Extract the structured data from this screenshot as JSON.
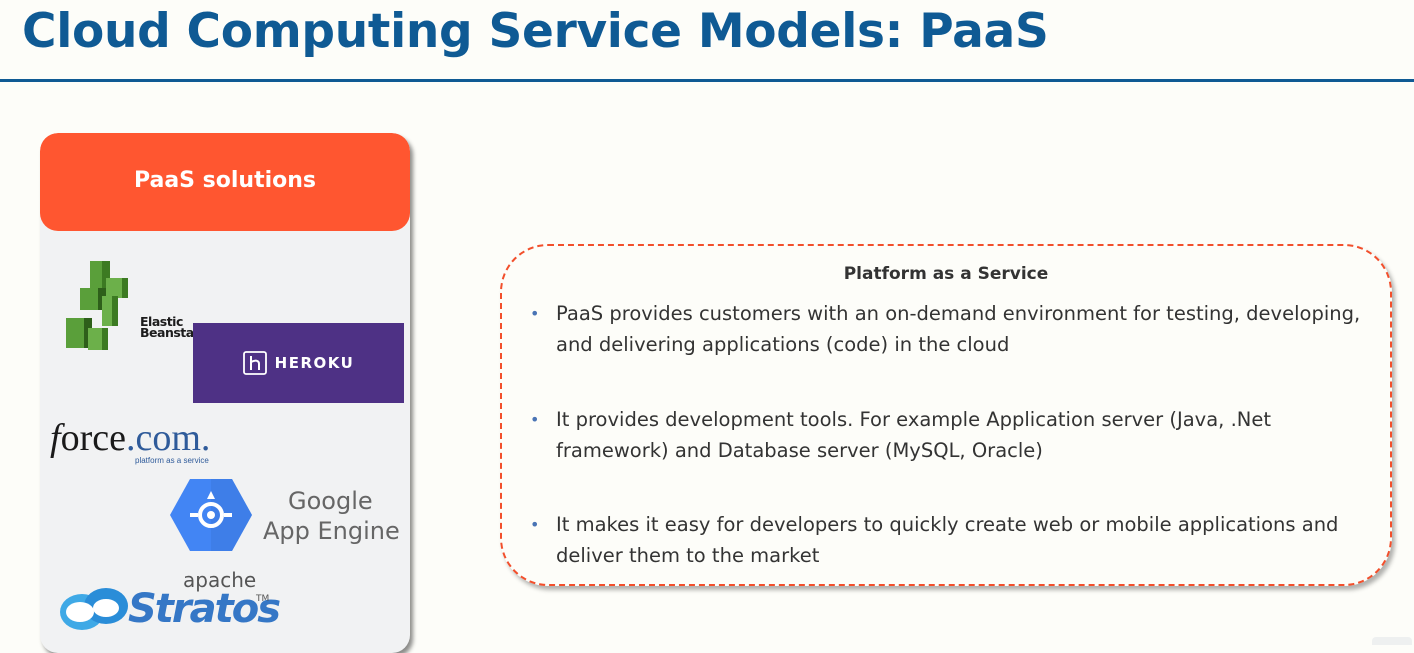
{
  "slide": {
    "title": "Cloud Computing Service Models: PaaS"
  },
  "card": {
    "header": "PaaS solutions",
    "logos": {
      "elastic_beanstalk": {
        "line1": "Elastic",
        "line2": "Beanstalk"
      },
      "heroku": {
        "text": "HEROKU"
      },
      "force": {
        "f": "f",
        "rest": "orce",
        "dotcom": ".com.",
        "tagline": "platform as a service"
      },
      "google_app_engine": {
        "line1": "Google",
        "line2": "App Engine"
      },
      "apache_stratos": {
        "apache": "apache",
        "stratos": "Stratos",
        "tm": "TM"
      }
    }
  },
  "description": {
    "heading": "Platform as a Service",
    "bullets": [
      {
        "marker": "•",
        "text": "PaaS provides customers with an on-demand environment for testing, developing, and delivering applications (code) in the cloud"
      },
      {
        "marker": "•",
        "text": "It provides development tools. For example Application server (Java, .Net framework) and Database server (MySQL, Oracle)"
      },
      {
        "marker": "•",
        "text": "It makes it easy for developers to quickly create web or mobile applications and deliver them to the market"
      }
    ]
  },
  "colors": {
    "title": "#0f5a94",
    "card_header": "#ff5630",
    "dashed_border": "#f24f2c",
    "heroku_bg": "#4e3185",
    "beanstalk_green": "#3f8624",
    "gae_blue": "#4285f4",
    "stratos_blue": "#3577c6"
  }
}
